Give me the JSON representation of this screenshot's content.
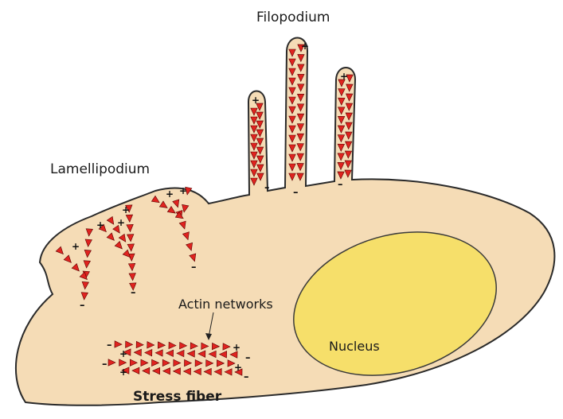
{
  "labels": {
    "filopodium": "Filopodium",
    "lamellipodium": "Lamellipodium",
    "actin_networks": "Actin networks",
    "nucleus": "Nucleus",
    "stress_fiber": "Stress fiber"
  },
  "signs": {
    "plus": "+",
    "minus": "–"
  },
  "colors": {
    "cell_fill": "#f5dcb6",
    "cell_stroke": "#2a2a2a",
    "nucleus_fill": "#f6df6a",
    "nucleus_stroke": "#3a3a3a",
    "actin_fill": "#e0231f",
    "actin_stroke": "#5a0000"
  }
}
